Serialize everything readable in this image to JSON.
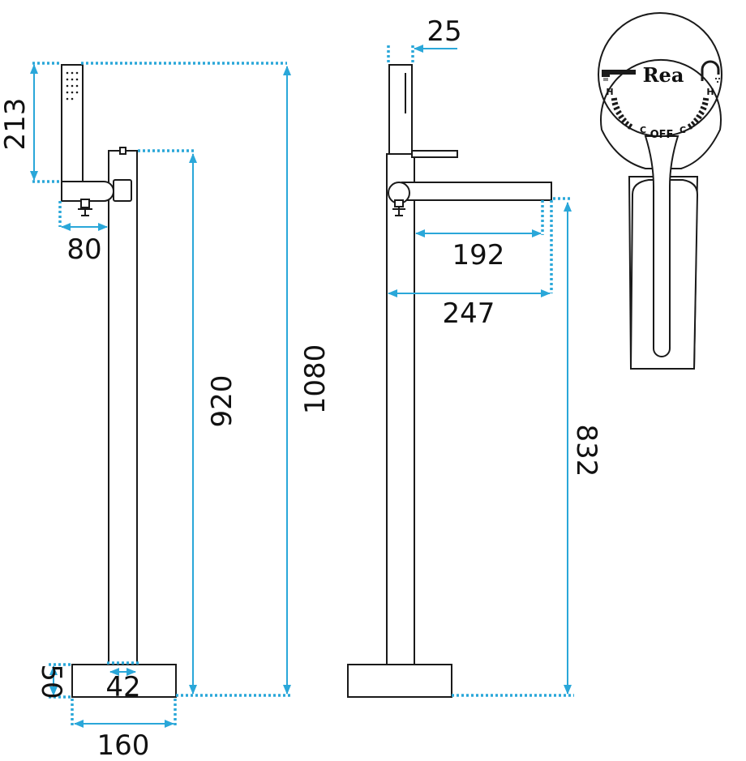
{
  "brand": "Rea",
  "dial": {
    "hot_left": "H",
    "hot_right": "H",
    "cold_left": "C",
    "cold_right": "C",
    "off": "OFF"
  },
  "dimensions": {
    "shower_height": "213",
    "shower_offset": "80",
    "spout_height": "920",
    "total_height": "1080",
    "base_height": "50",
    "column_width": "42",
    "base_width": "160",
    "top_width": "25",
    "spout_length": "192",
    "total_reach": "247",
    "spout_outlet_height": "832"
  },
  "colors": {
    "dimension_line": "#2aa7d9",
    "outline": "#1a1a1a"
  }
}
